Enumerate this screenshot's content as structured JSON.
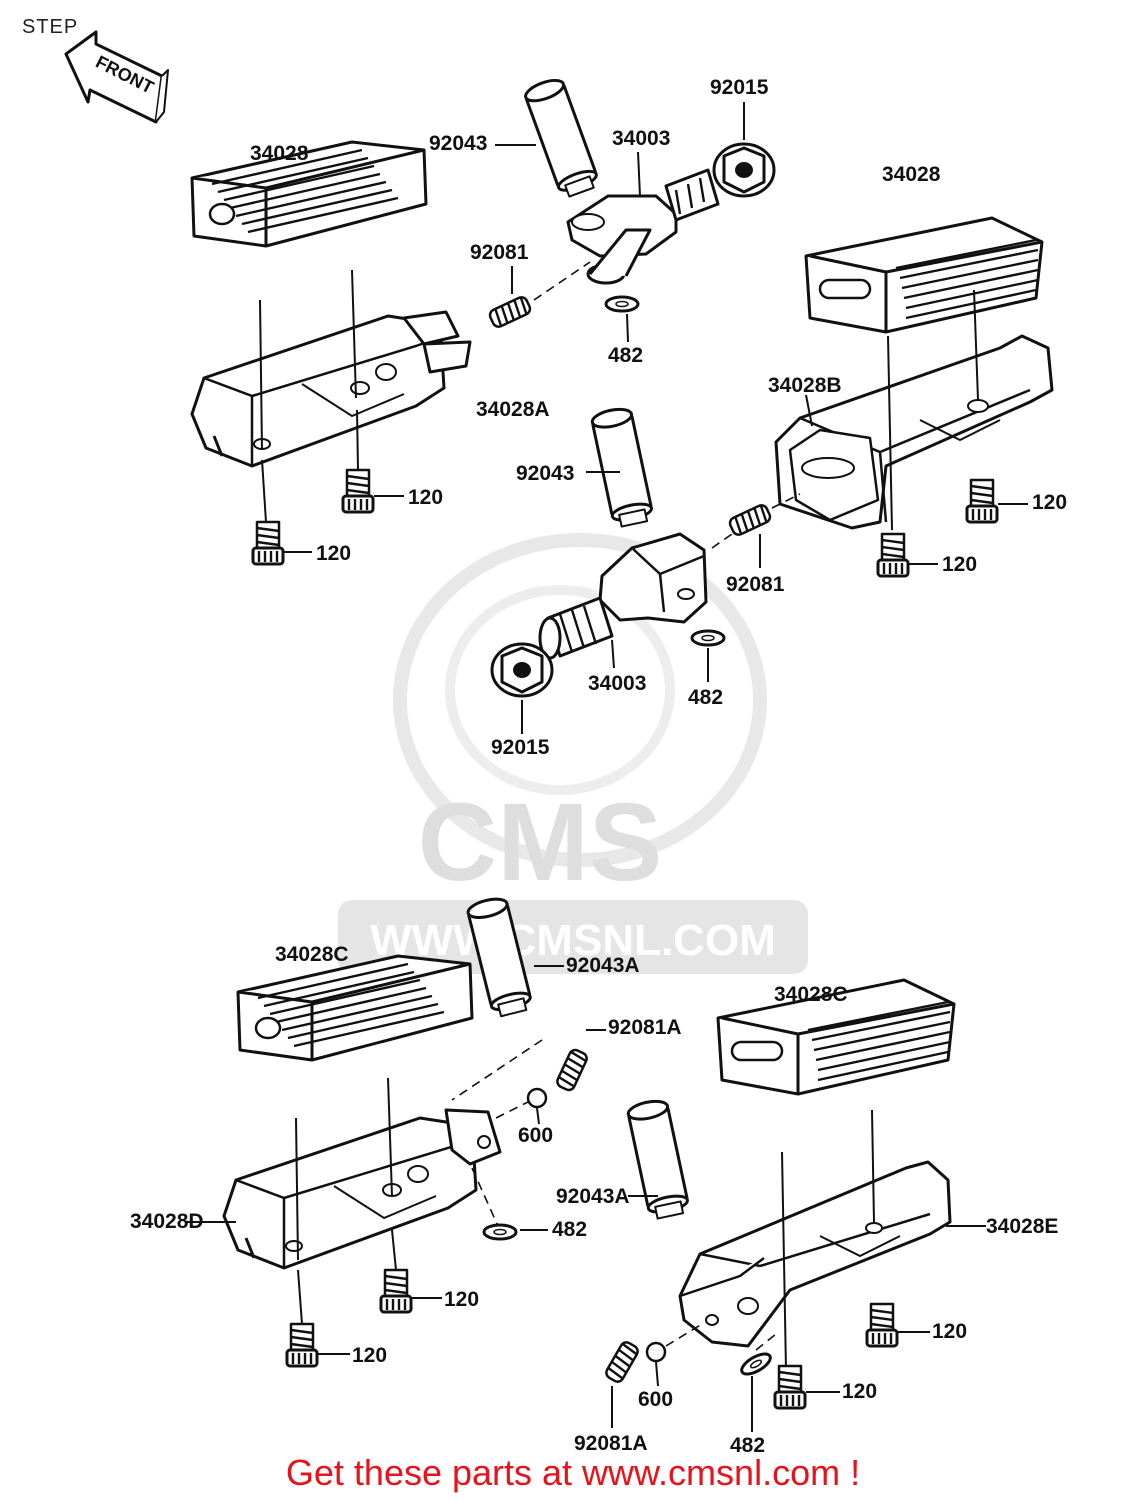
{
  "title": "STEP",
  "front_arrow": "FRONT",
  "watermark": {
    "brand": "CMS",
    "url": "WWW.CMSNL.COM"
  },
  "footer": "Get these parts at www.cmsnl.com !",
  "labels": {
    "tl_34028": "34028",
    "tl_92043": "92043",
    "tl_34003": "34003",
    "tl_92015": "92015",
    "tl_92081": "92081",
    "tl_482": "482",
    "tl_34028A": "34028A",
    "tl_120a": "120",
    "tl_120b": "120",
    "tr_34028": "34028",
    "tr_34028B": "34028B",
    "tr_120a": "120",
    "tr_120b": "120",
    "mid_92043": "92043",
    "mid_92081": "92081",
    "mid_34003": "34003",
    "mid_482": "482",
    "mid_92015": "92015",
    "bl_34028C": "34028C",
    "bl_92043A": "92043A",
    "bl_92081A": "92081A",
    "bl_600": "600",
    "bl_482": "482",
    "bl_34028D": "34028D",
    "bl_120a": "120",
    "bl_120b": "120",
    "br_34028C": "34028C",
    "br_92043A": "92043A",
    "br_34028E": "34028E",
    "br_120a": "120",
    "br_120b": "120",
    "br_92081A": "92081A",
    "br_600": "600",
    "br_482": "482"
  }
}
